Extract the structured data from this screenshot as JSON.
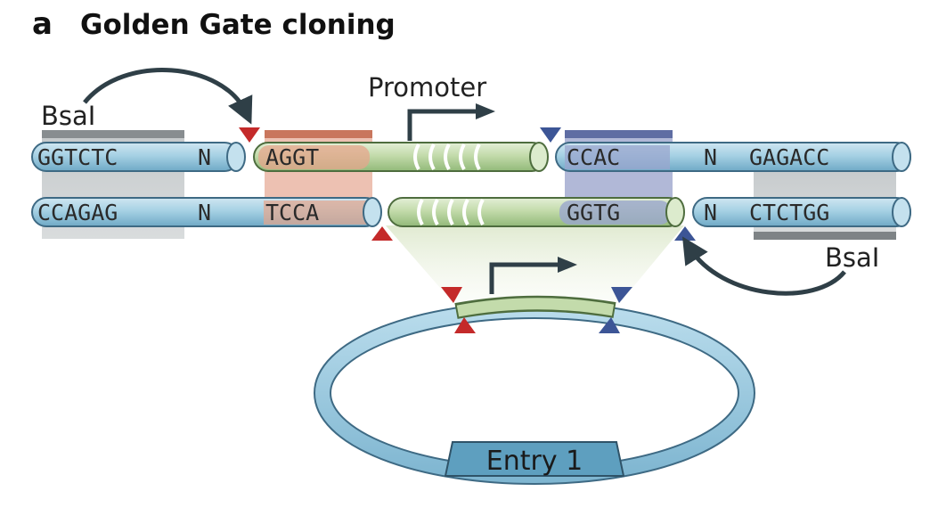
{
  "figure": {
    "panel_letter": "a",
    "title": "Golden Gate cloning"
  },
  "labels": {
    "bsai_top": "BsaI",
    "bsai_bottom": "BsaI",
    "promoter": "Promoter",
    "entry": "Entry 1"
  },
  "top_strand": {
    "left_site": "GGTCTC",
    "left_n": "N",
    "overhang_left": "AGGT",
    "overhang_right": "CCAC",
    "right_n": "N",
    "right_site": "GAGACC"
  },
  "bottom_strand": {
    "left_site": "CCAGAG",
    "left_n": "N",
    "overhang_left": "TCCA",
    "overhang_right": "GGTG",
    "right_n": "N",
    "right_site": "CTCTGG"
  },
  "colors": {
    "dna_blue": "#9ccbe0",
    "promoter_green": "#c3dbab",
    "overhang_red": "#e7a893",
    "overhang_blue": "#9aa6cd",
    "bsai_gray": "#b9bdbf",
    "cut_red": "#c42a2a",
    "cut_blue": "#3c5596",
    "arrow_dark": "#2f3f47"
  }
}
